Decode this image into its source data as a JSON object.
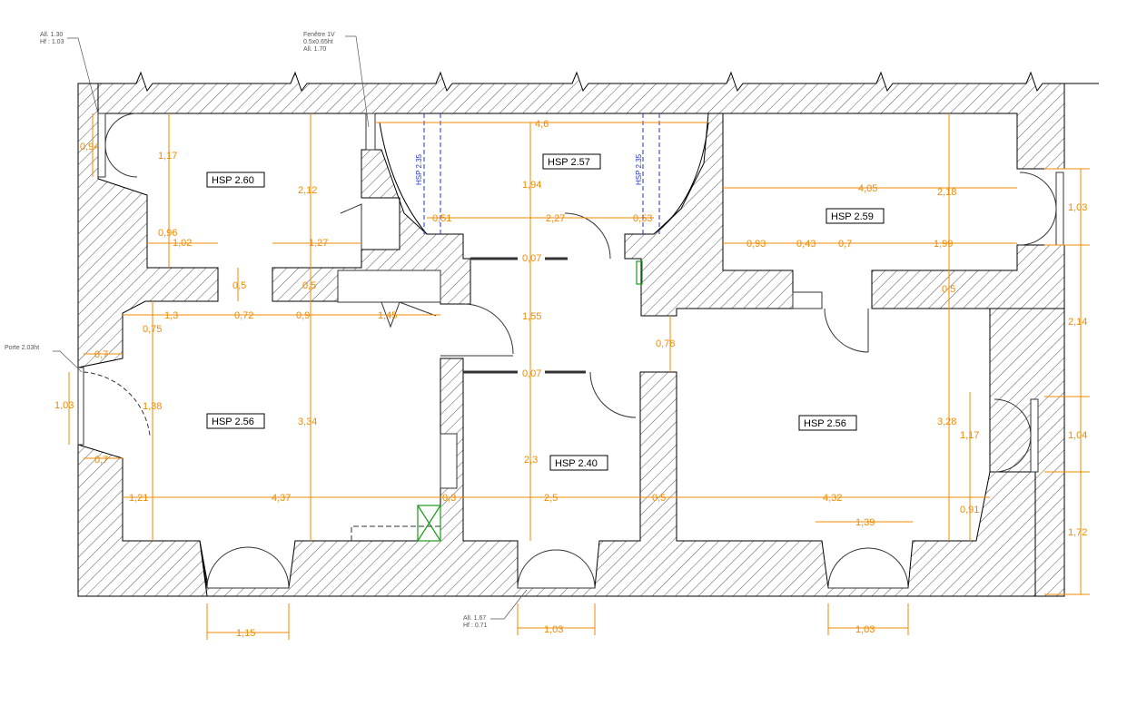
{
  "rooms": {
    "r1": "HSP 2.60",
    "r2": "HSP 2.57",
    "r3": "HSP 2.59",
    "r4": "HSP 2.56",
    "r5": "HSP 2.40",
    "r6": "HSP 2.56"
  },
  "notes": {
    "topleft_1": "All. 1.30",
    "topleft_2": "Hf : 1.03",
    "fenetre_1": "Fenêtre 1V",
    "fenetre_2": "0.5x0.65ht",
    "fenetre_3": "All. 1.70",
    "porte": "Porte 2.03ht",
    "bottom_1": "All. 1.67",
    "bottom_2": "Hf : 0.71"
  },
  "blue_labels": {
    "b1": "HSP 2.35",
    "b2": "HSP 2.35"
  },
  "dims": {
    "d_094": "0,94",
    "d_117a": "1,17",
    "d_212": "2,12",
    "d_46": "4,6",
    "d_194": "1,94",
    "d_051": "0,51",
    "d_227": "2,27",
    "d_053": "0,53",
    "d_405": "4,05",
    "d_218": "2,18",
    "d_103a": "1,03",
    "d_096": "0,96",
    "d_102": "1,02",
    "d_127": "1,27",
    "d_007a": "0,07",
    "d_093": "0,93",
    "d_043": "0,43",
    "d_07a": "0,7",
    "d_199": "1,99",
    "d_05a": "0,5",
    "d_05b": "0,5",
    "d_05c": "0,5",
    "d_13": "1,3",
    "d_072": "0,72",
    "d_09": "0,9",
    "d_145": "1,45",
    "d_155": "1,55",
    "d_214": "2,14",
    "d_075": "0,75",
    "d_07b": "0,7",
    "d_078": "0,78",
    "d_007b": "0,07",
    "d_138": "1,38",
    "d_103b": "1,03",
    "d_334": "3,34",
    "d_328": "3,28",
    "d_117b": "1,17",
    "d_104": "1,04",
    "d_07c": "0,7",
    "d_23": "2,3",
    "d_121": "1,21",
    "d_437": "4,37",
    "d_03": "0,3",
    "d_25": "2,5",
    "d_05d": "0,5",
    "d_432": "4,32",
    "d_139": "1,39",
    "d_091": "0,91",
    "d_172": "1,72",
    "d_115": "1,15",
    "d_103c": "1,03",
    "d_103d": "1,03"
  },
  "colors": {
    "dimension": "#f08a00",
    "wall_outline": "#000000",
    "hatch": "#555555",
    "height_label": "#2233cc",
    "vent_marker": "#1a9a1a"
  }
}
